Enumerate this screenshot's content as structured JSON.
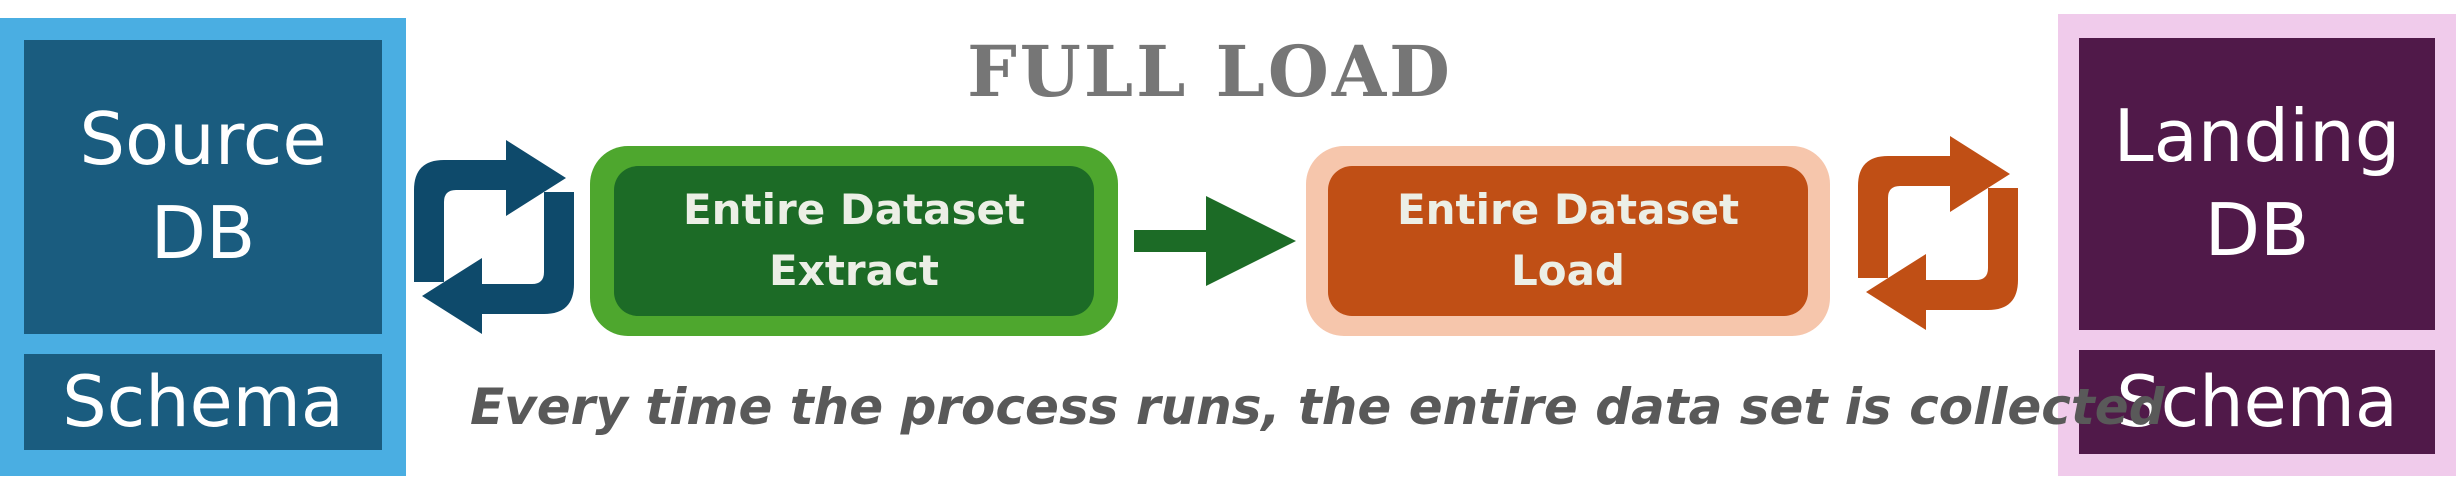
{
  "title": "FULL LOAD",
  "source_db": {
    "name": "Source\nDB",
    "schema": "Schema"
  },
  "landing_db": {
    "name": "Landing\nDB",
    "schema": "Schema"
  },
  "extract_box": {
    "label": "Entire Dataset\nExtract"
  },
  "load_box": {
    "label": "Entire Dataset\nLoad"
  },
  "caption": "Every time the process runs, the entire data set is collected",
  "icons": {
    "left_sync": "sync-arrows-icon",
    "flow_arrow": "right-arrow-icon",
    "right_sync": "sync-arrows-icon"
  },
  "colors": {
    "source_border": "#4aaee2",
    "source_fill": "#1a5c7f",
    "landing_border": "#f0cbeb",
    "landing_fill": "#501949",
    "extract_border": "#4ea72e",
    "extract_fill": "#1c6b26",
    "load_border": "#f6c6ac",
    "load_fill": "#c04f15",
    "left_sync": "#0e4a6b",
    "right_sync": "#c04f15",
    "flow_arrow": "#1c6b26",
    "title": "#767676",
    "caption": "#595959"
  }
}
